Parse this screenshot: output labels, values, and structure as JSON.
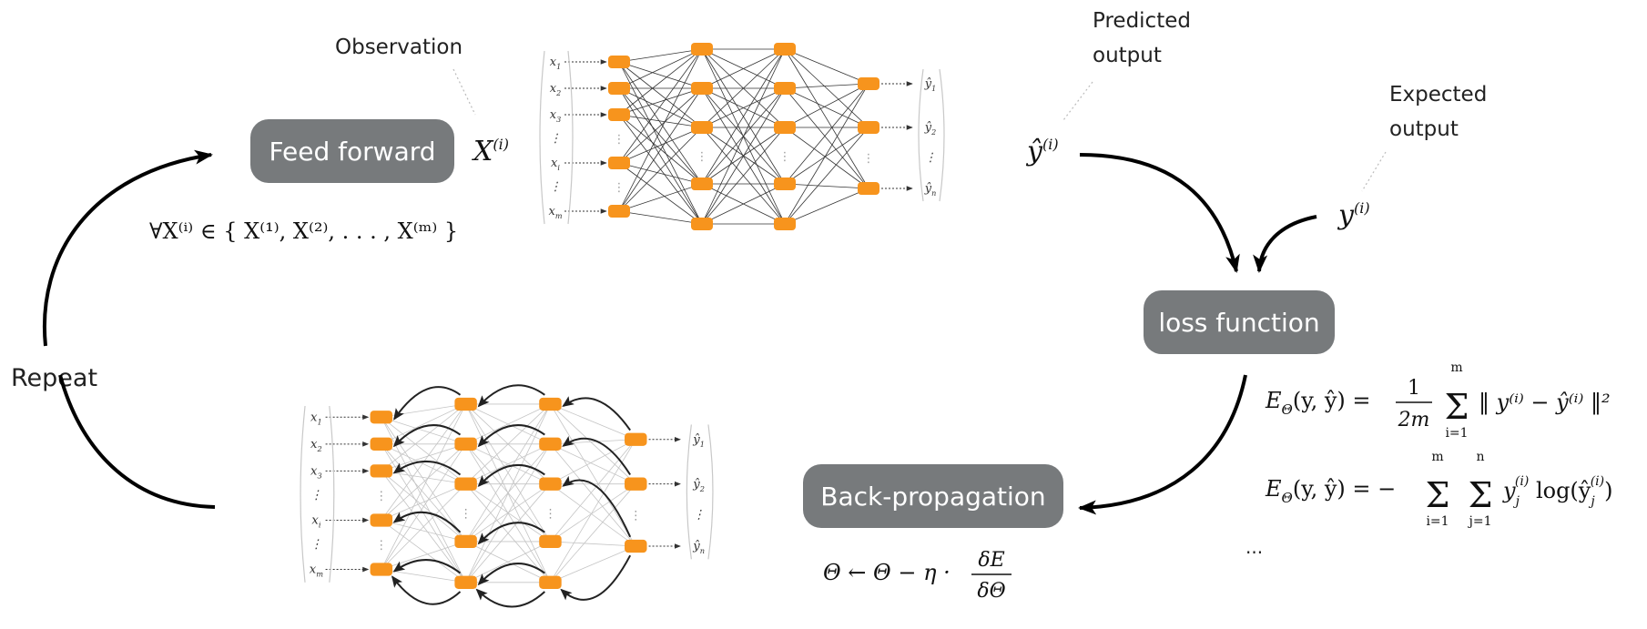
{
  "labels": {
    "observation": "Observation",
    "predicted_line1": "Predicted",
    "predicted_line2": "output",
    "expected_line1": "Expected",
    "expected_line2": "output",
    "repeat": "Repeat",
    "ellipsis": "..."
  },
  "boxes": {
    "feed_forward": "Feed forward",
    "loss_function": "loss function",
    "back_propagation": "Back-propagation"
  },
  "math": {
    "x_i": "X",
    "x_i_sup": "(i)",
    "y_hat_i": "ŷ",
    "y_hat_sup": "(i)",
    "y_i": "y",
    "y_i_sup": "(i)",
    "forall": "∀X⁽ⁱ⁾ ∈ { X⁽¹⁾, X⁽²⁾, . . . , X⁽ᵐ⁾ }",
    "mse_lhs": "E",
    "mse_lhs_sub": "Θ",
    "mse_args": "(y, ŷ) = ",
    "mse_frac_num": "1",
    "mse_frac_den": "2m",
    "mse_sum_top": "m",
    "mse_sum_bot": "i=1",
    "mse_body": "‖ y⁽ⁱ⁾ − ŷ⁽ⁱ⁾ ‖²",
    "ce_lhs": "E",
    "ce_lhs_sub": "Θ",
    "ce_args": "(y, ŷ) = −",
    "ce_sum1_top": "m",
    "ce_sum1_bot": "i=1",
    "ce_sum2_top": "n",
    "ce_sum2_bot": "j=1",
    "ce_body": "y",
    "ce_body_sub": "j",
    "ce_body_sup": "(i)",
    "ce_log": " log(ŷ",
    "ce_log_sub": "j",
    "ce_log_sup": "(i)",
    "ce_close": ")",
    "update_lhs": "Θ ← Θ − η ·",
    "update_num": "δE",
    "update_den": "δΘ",
    "sigma": "Σ"
  },
  "network": {
    "inputs": [
      "x1",
      "x2",
      "x3",
      "⋮",
      "xi",
      "⋮",
      "xm"
    ],
    "outputs": [
      "ŷ1",
      "ŷ2",
      "⋮",
      "ŷn"
    ],
    "vdots": "⋮"
  },
  "colors": {
    "node": "#f7941d",
    "box": "#777a7c",
    "box_text": "#ffffff",
    "edge_forward": "#333333",
    "edge_backward": "#c4c4c4",
    "arrow": "#000000"
  }
}
